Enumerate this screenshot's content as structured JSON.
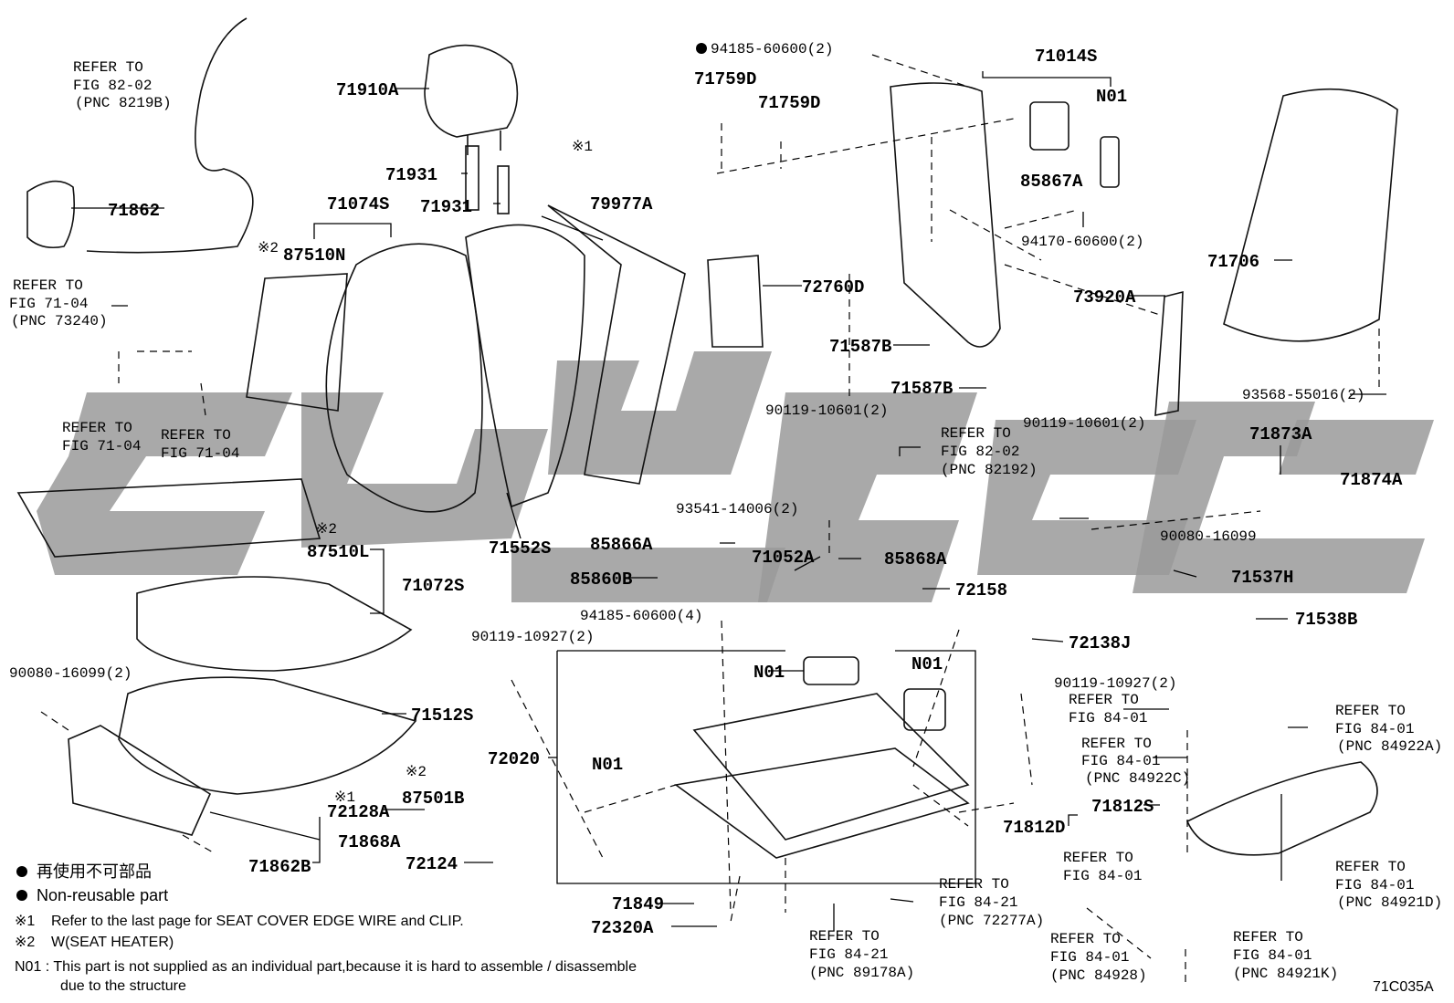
{
  "diagram_code": "71C035A",
  "legend": {
    "non_reusable_jp": "再使用不可部品",
    "non_reusable_en": "Non-reusable part",
    "note1_mark": "※1",
    "note1": "Refer to the last page for SEAT COVER EDGE WIRE and CLIP.",
    "note2_mark": "※2",
    "note2": "W(SEAT HEATER)",
    "n01_line1": "N01 : This part is not supplied as an individual part,because it is hard to assemble / disassemble",
    "n01_line2": "due to the structure"
  },
  "parts": [
    {
      "id": "p01",
      "text": "71910A"
    },
    {
      "id": "p02",
      "text": "71931"
    },
    {
      "id": "p03",
      "text": "71931"
    },
    {
      "id": "p04",
      "text": "71074S"
    },
    {
      "id": "p05",
      "text": "87510N"
    },
    {
      "id": "p06",
      "text": "79977A"
    },
    {
      "id": "p07",
      "text": "71862"
    },
    {
      "id": "p08",
      "text": "87510L"
    },
    {
      "id": "p09",
      "text": "71072S"
    },
    {
      "id": "p10",
      "text": "71552S"
    },
    {
      "id": "p11",
      "text": "90080-16099(2)"
    },
    {
      "id": "p12",
      "text": "71512S"
    },
    {
      "id": "p13",
      "text": "87501B"
    },
    {
      "id": "p14",
      "text": "72128A"
    },
    {
      "id": "p15",
      "text": "71868A"
    },
    {
      "id": "p16",
      "text": "71862B"
    },
    {
      "id": "p17",
      "text": "72124"
    },
    {
      "id": "p18",
      "text": "94185-60600(2)"
    },
    {
      "id": "p19",
      "text": "71759D"
    },
    {
      "id": "p20",
      "text": "71759D"
    },
    {
      "id": "p21",
      "text": "72760D"
    },
    {
      "id": "p22",
      "text": "71014S"
    },
    {
      "id": "p23",
      "text": "N01"
    },
    {
      "id": "p24",
      "text": "85867A"
    },
    {
      "id": "p25",
      "text": "94170-60600(2)"
    },
    {
      "id": "p26",
      "text": "71706"
    },
    {
      "id": "p27",
      "text": "73920A"
    },
    {
      "id": "p28",
      "text": "71587B"
    },
    {
      "id": "p29",
      "text": "71587B"
    },
    {
      "id": "p30",
      "text": "90119-10601(2)"
    },
    {
      "id": "p31",
      "text": "90119-10601(2)"
    },
    {
      "id": "p32",
      "text": "93568-55016(2)"
    },
    {
      "id": "p33",
      "text": "71873A"
    },
    {
      "id": "p34",
      "text": "71874A"
    },
    {
      "id": "p35",
      "text": "90080-16099"
    },
    {
      "id": "p36",
      "text": "93541-14006(2)"
    },
    {
      "id": "p37",
      "text": "85866A"
    },
    {
      "id": "p38",
      "text": "85860B"
    },
    {
      "id": "p39",
      "text": "71052A"
    },
    {
      "id": "p40",
      "text": "85868A"
    },
    {
      "id": "p41",
      "text": "72158"
    },
    {
      "id": "p42",
      "text": "94185-60600(4)"
    },
    {
      "id": "p43",
      "text": "90119-10927(2)"
    },
    {
      "id": "p44",
      "text": "90119-10927(2)"
    },
    {
      "id": "p45",
      "text": "71537H"
    },
    {
      "id": "p46",
      "text": "71538B"
    },
    {
      "id": "p47",
      "text": "72138J"
    },
    {
      "id": "p48",
      "text": "N01"
    },
    {
      "id": "p49",
      "text": "N01"
    },
    {
      "id": "p50",
      "text": "N01"
    },
    {
      "id": "p51",
      "text": "72020"
    },
    {
      "id": "p52",
      "text": "71812S"
    },
    {
      "id": "p53",
      "text": "71812D"
    },
    {
      "id": "p54",
      "text": "71849"
    },
    {
      "id": "p55",
      "text": "72320A"
    },
    {
      "id": "p56",
      "text": "※2"
    },
    {
      "id": "p57",
      "text": "※2"
    },
    {
      "id": "p58",
      "text": "※2"
    },
    {
      "id": "p59",
      "text": "※1"
    },
    {
      "id": "p60",
      "text": "※1"
    }
  ],
  "refs": [
    {
      "id": "r01",
      "lines": [
        "REFER TO",
        "FIG 82-02",
        "(PNC 8219B)"
      ]
    },
    {
      "id": "r02",
      "lines": [
        "REFER TO",
        "FIG 71-04",
        "(PNC 73240)"
      ]
    },
    {
      "id": "r03",
      "lines": [
        "REFER TO",
        "FIG 71-04"
      ]
    },
    {
      "id": "r04",
      "lines": [
        "REFER TO",
        "FIG 71-04"
      ]
    },
    {
      "id": "r05",
      "lines": [
        "REFER TO",
        "FIG 82-02",
        "(PNC 82192)"
      ]
    },
    {
      "id": "r06",
      "lines": [
        "REFER TO",
        "FIG 84-01"
      ]
    },
    {
      "id": "r07",
      "lines": [
        "REFER TO",
        "FIG 84-01",
        "(PNC 84922C)"
      ]
    },
    {
      "id": "r08",
      "lines": [
        "REFER TO",
        "FIG 84-01",
        "(PNC 84922A)"
      ]
    },
    {
      "id": "r09",
      "lines": [
        "REFER TO",
        "FIG 84-01"
      ]
    },
    {
      "id": "r10",
      "lines": [
        "REFER TO",
        "FIG 84-01",
        "(PNC 84921D)"
      ]
    },
    {
      "id": "r11",
      "lines": [
        "REFER TO",
        "FIG 84-21",
        "(PNC 72277A)"
      ]
    },
    {
      "id": "r12",
      "lines": [
        "REFER TO",
        "FIG 84-21",
        "(PNC 89178A)"
      ]
    },
    {
      "id": "r13",
      "lines": [
        "REFER TO",
        "FIG 84-01",
        "(PNC 84928)"
      ]
    },
    {
      "id": "r14",
      "lines": [
        "REFER TO",
        "FIG 84-01",
        "(PNC 84921K)"
      ]
    }
  ]
}
